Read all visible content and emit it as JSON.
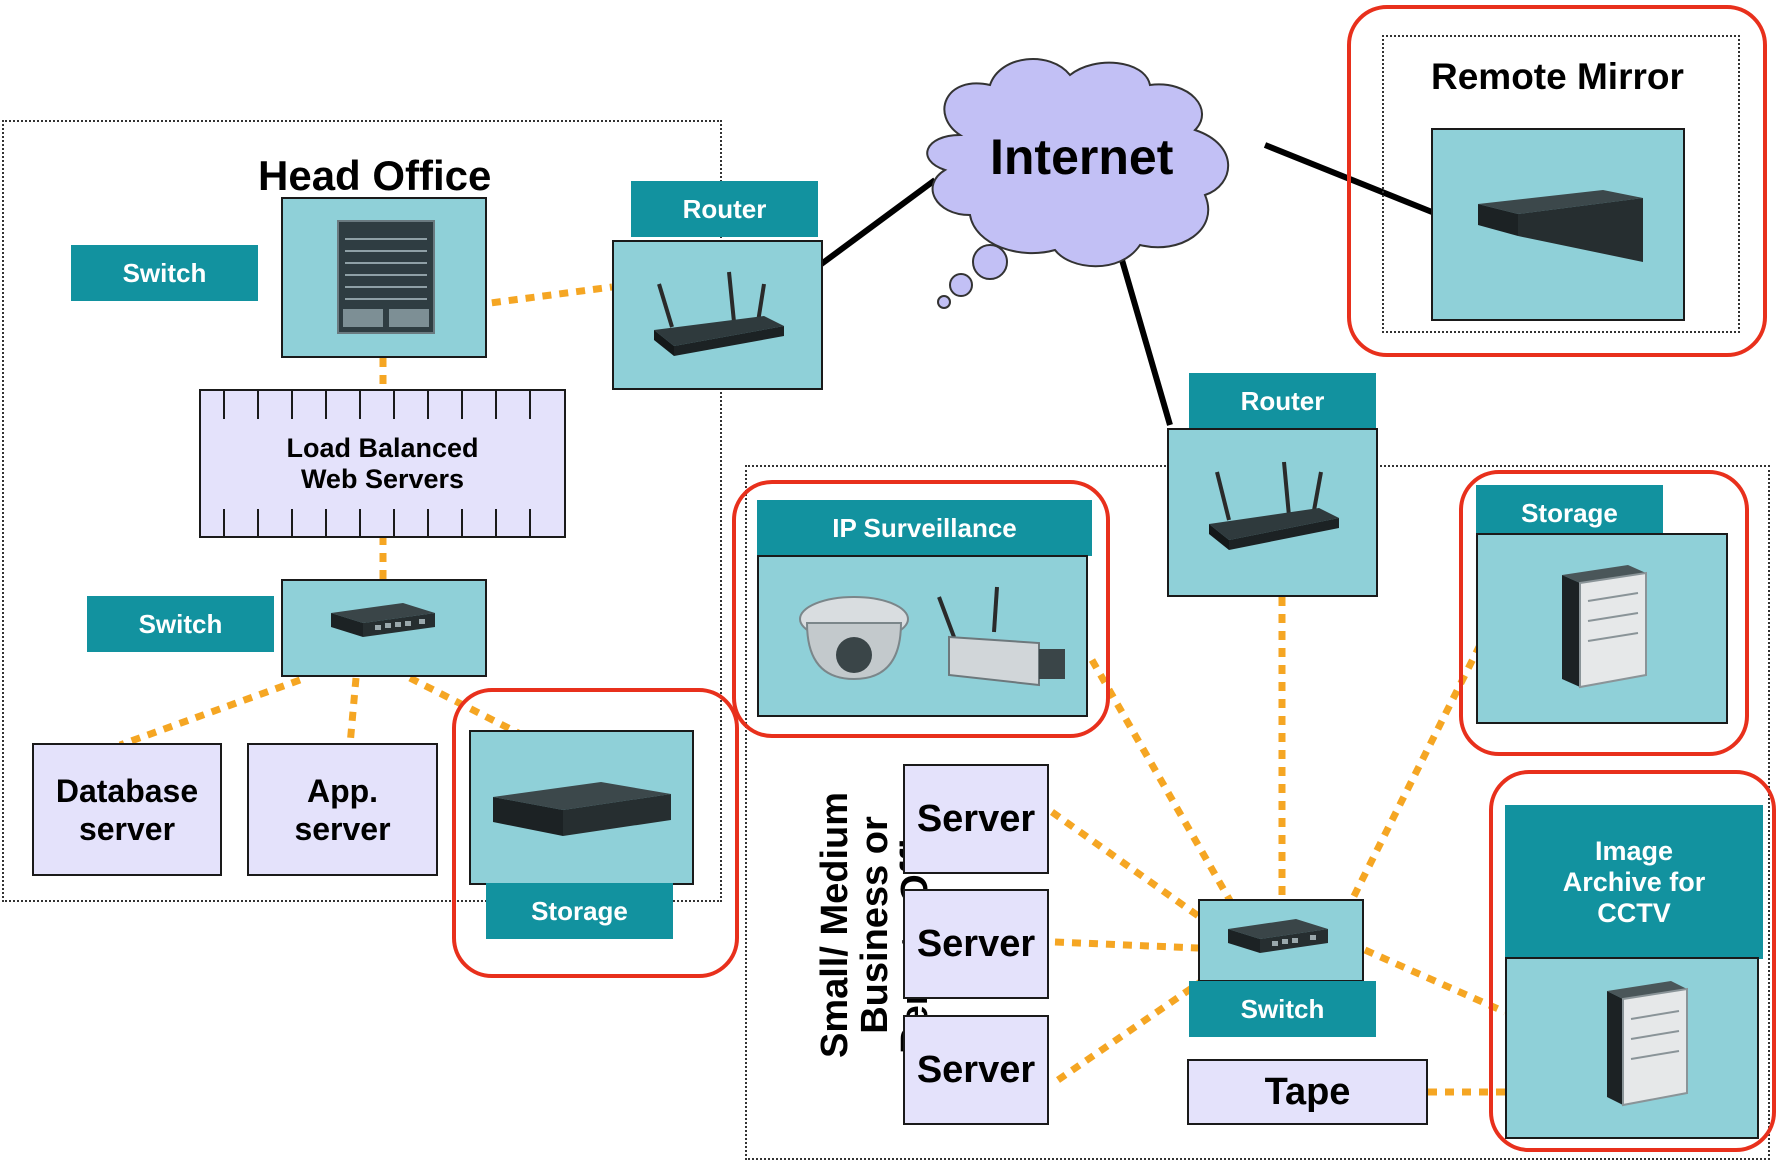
{
  "diagram": {
    "internet": "Internet",
    "head_office": {
      "title": "Head Office",
      "core_switch_label": "Switch",
      "load_balanced": "Load Balanced Web Servers",
      "access_switch_label": "Switch",
      "database_server": "Database server",
      "app_server": "App. server",
      "storage_label": "Storage"
    },
    "head_office_router_label": "Router",
    "remote_mirror": {
      "title": "Remote Mirror"
    },
    "branch": {
      "router_label": "Router",
      "vertical_title": "Small/ Medium Business or Remote Office",
      "ip_surveillance_label": "IP Surveillance",
      "storage_label": "Storage",
      "servers": [
        "Server",
        "Server",
        "Server"
      ],
      "switch_label": "Switch",
      "tape_label": "Tape",
      "image_archive_label": "Image Archive for CCTV"
    },
    "colors": {
      "teal_label": "#12929f",
      "device_fill": "#8fd0d8",
      "lavender": "#e4e2fb",
      "cloud": "#c2c0f5",
      "highlight_ring": "#e8301c",
      "connector": "#f5a623"
    }
  }
}
